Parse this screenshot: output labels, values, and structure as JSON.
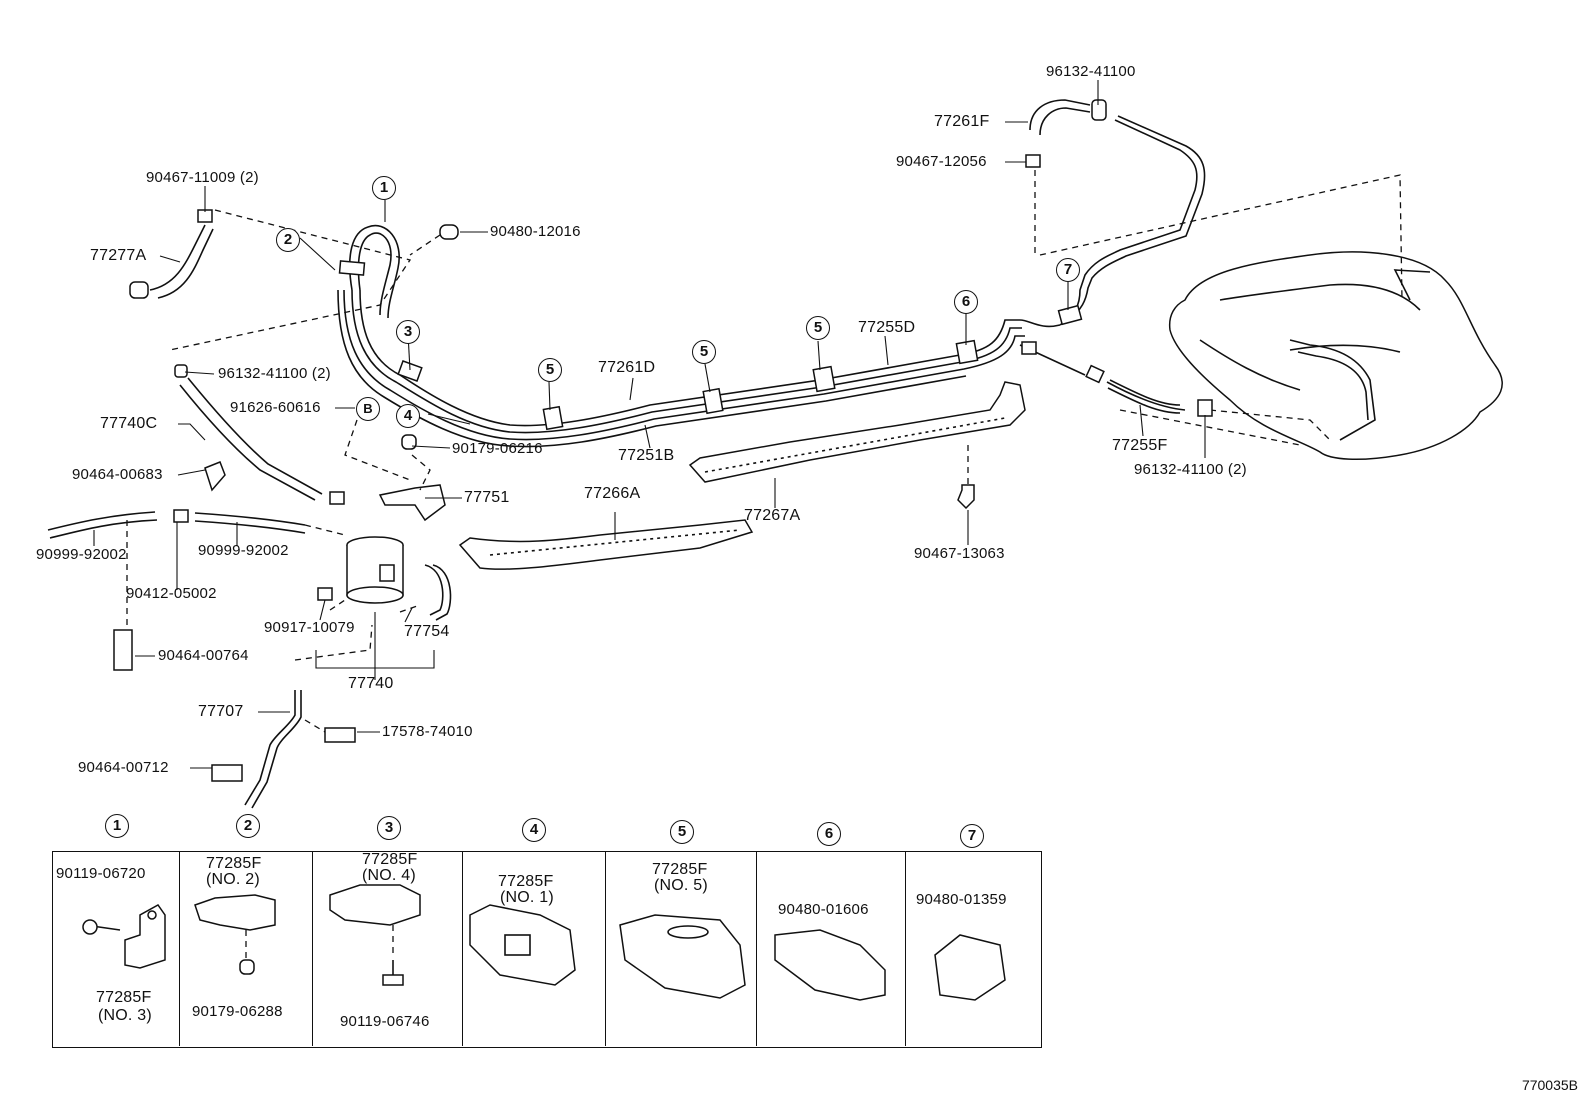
{
  "diagram_id": "770035B",
  "labels": {
    "p96132_41100_top": "96132-41100",
    "p77261F": "77261F",
    "p90467_12056": "90467-12056",
    "p90467_11009": "90467-11009 (2)",
    "p90480_12016": "90480-12016",
    "p77277A": "77277A",
    "p96132_41100_2_left": "96132-41100 (2)",
    "p77740C": "77740C",
    "p91626_60616": "91626-60616",
    "p90179_06216": "90179-06216",
    "p90464_00683": "90464-00683",
    "p77751": "77751",
    "p90999_92002_left": "90999-92002",
    "p90999_92002_right": "90999-92002",
    "p90412_05002": "90412-05002",
    "p90917_10079": "90917-10079",
    "p77754": "77754",
    "p90464_00764": "90464-00764",
    "p77740": "77740",
    "p77707": "77707",
    "p17578_74010": "17578-74010",
    "p90464_00712": "90464-00712",
    "p77261D": "77261D",
    "p77251B": "77251B",
    "p77255D": "77255D",
    "p77266A": "77266A",
    "p77267A": "77267A",
    "p90467_13063": "90467-13063",
    "p77255F": "77255F",
    "p96132_41100_2_right": "96132-41100 (2)"
  },
  "markers": {
    "m1": "1",
    "m2": "2",
    "m3": "3",
    "m4": "4",
    "m5a": "5",
    "m5b": "5",
    "m5c": "5",
    "m6": "6",
    "m7": "7",
    "mB": "B"
  },
  "panels": [
    {
      "number": "1",
      "parts": [
        "90119-06720",
        "77285F",
        "(NO. 3)"
      ]
    },
    {
      "number": "2",
      "parts": [
        "77285F",
        "(NO. 2)",
        "90179-06288"
      ]
    },
    {
      "number": "3",
      "parts": [
        "77285F",
        "(NO. 4)",
        "90119-06746"
      ]
    },
    {
      "number": "4",
      "parts": [
        "77285F",
        "(NO. 1)"
      ]
    },
    {
      "number": "5",
      "parts": [
        "77285F",
        "(NO. 5)"
      ]
    },
    {
      "number": "6",
      "parts": [
        "90480-01606"
      ]
    },
    {
      "number": "7",
      "parts": [
        "90480-01359"
      ]
    }
  ]
}
